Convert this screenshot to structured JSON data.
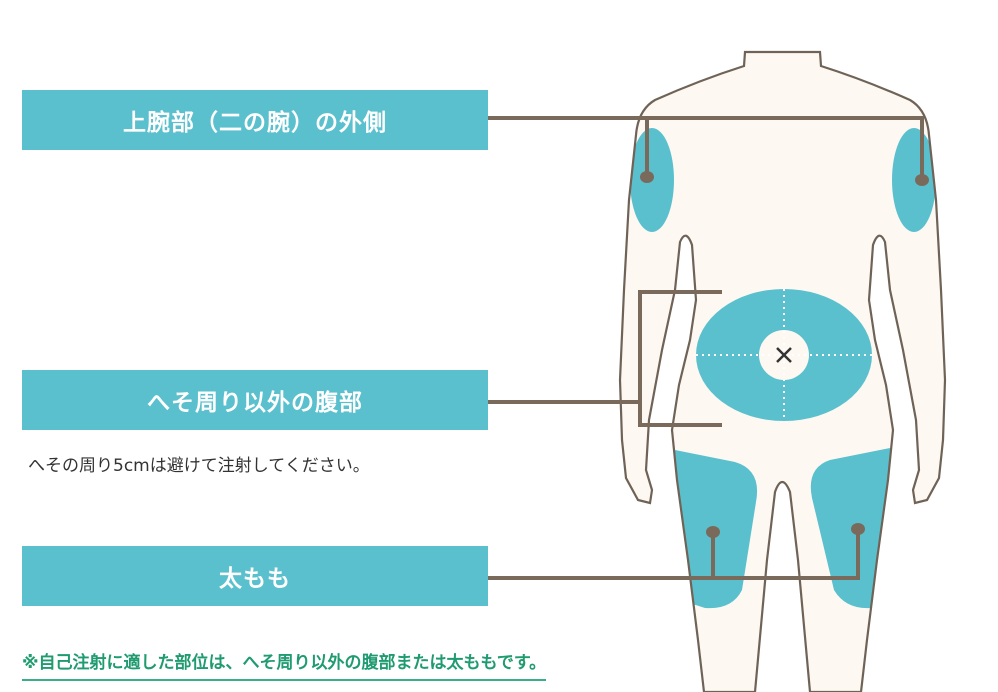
{
  "labels": {
    "upper_arm": "上腕部（二の腕）の外側",
    "abdomen": "へそ周り以外の腹部",
    "abdomen_note": "へその周り5cmは避けて注射してください。",
    "thigh": "太もも"
  },
  "footer_note": "※自己注射に適した部位は、へそ周り以外の腹部または太ももです。",
  "colors": {
    "site": "#5bc0cd",
    "body": "#fdf8f2",
    "outline": "#6f6357",
    "connector": "#7a6a5c",
    "footer": "#1f9b6f"
  }
}
